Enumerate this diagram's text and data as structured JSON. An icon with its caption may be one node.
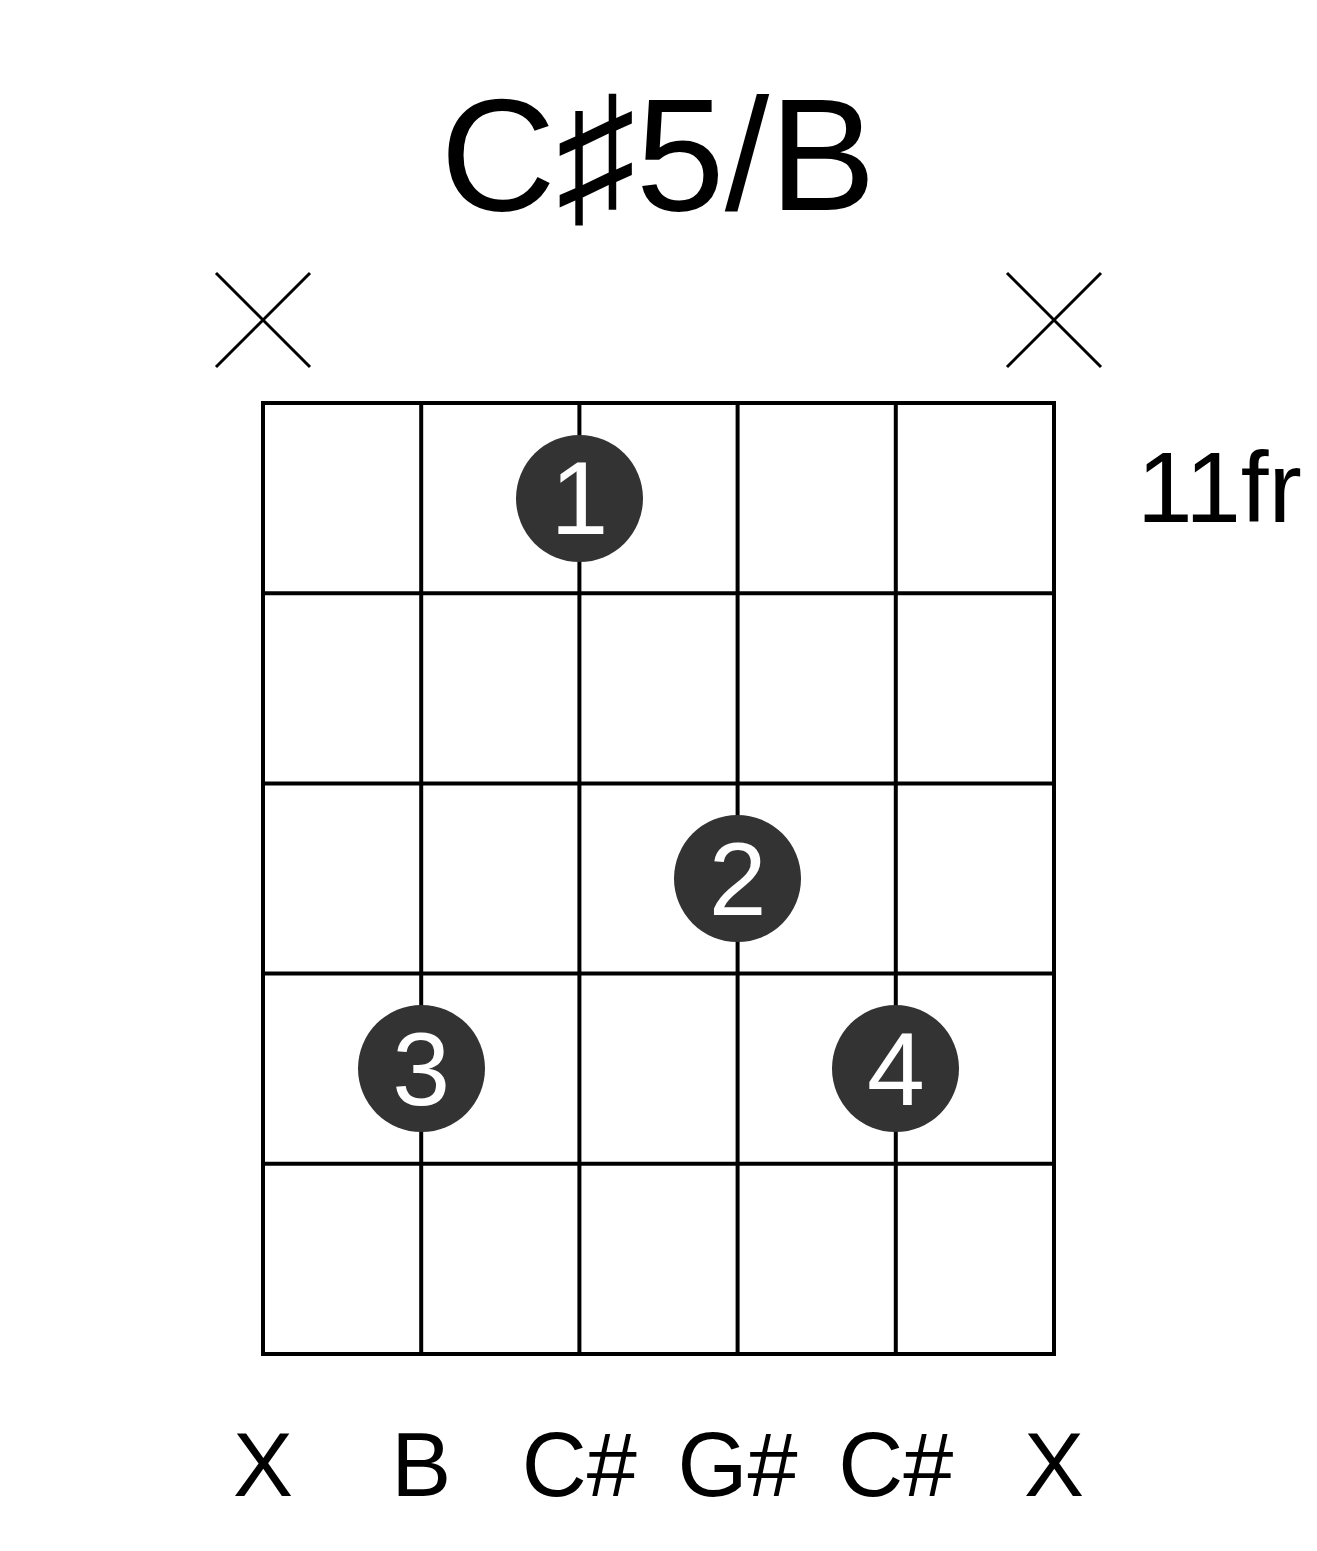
{
  "diagram": {
    "title": "C♯5/B",
    "nodes": [
      {
        "text": [
          "1"
        ]
      },
      {
        "text": [
          "2"
        ]
      },
      {
        "text": [
          "3"
        ]
      },
      {
        "text": [
          "4"
        ]
      }
    ],
    "labels": [
      "11fr",
      "X",
      "B",
      "C#",
      "G#",
      "C#",
      "X"
    ]
  }
}
